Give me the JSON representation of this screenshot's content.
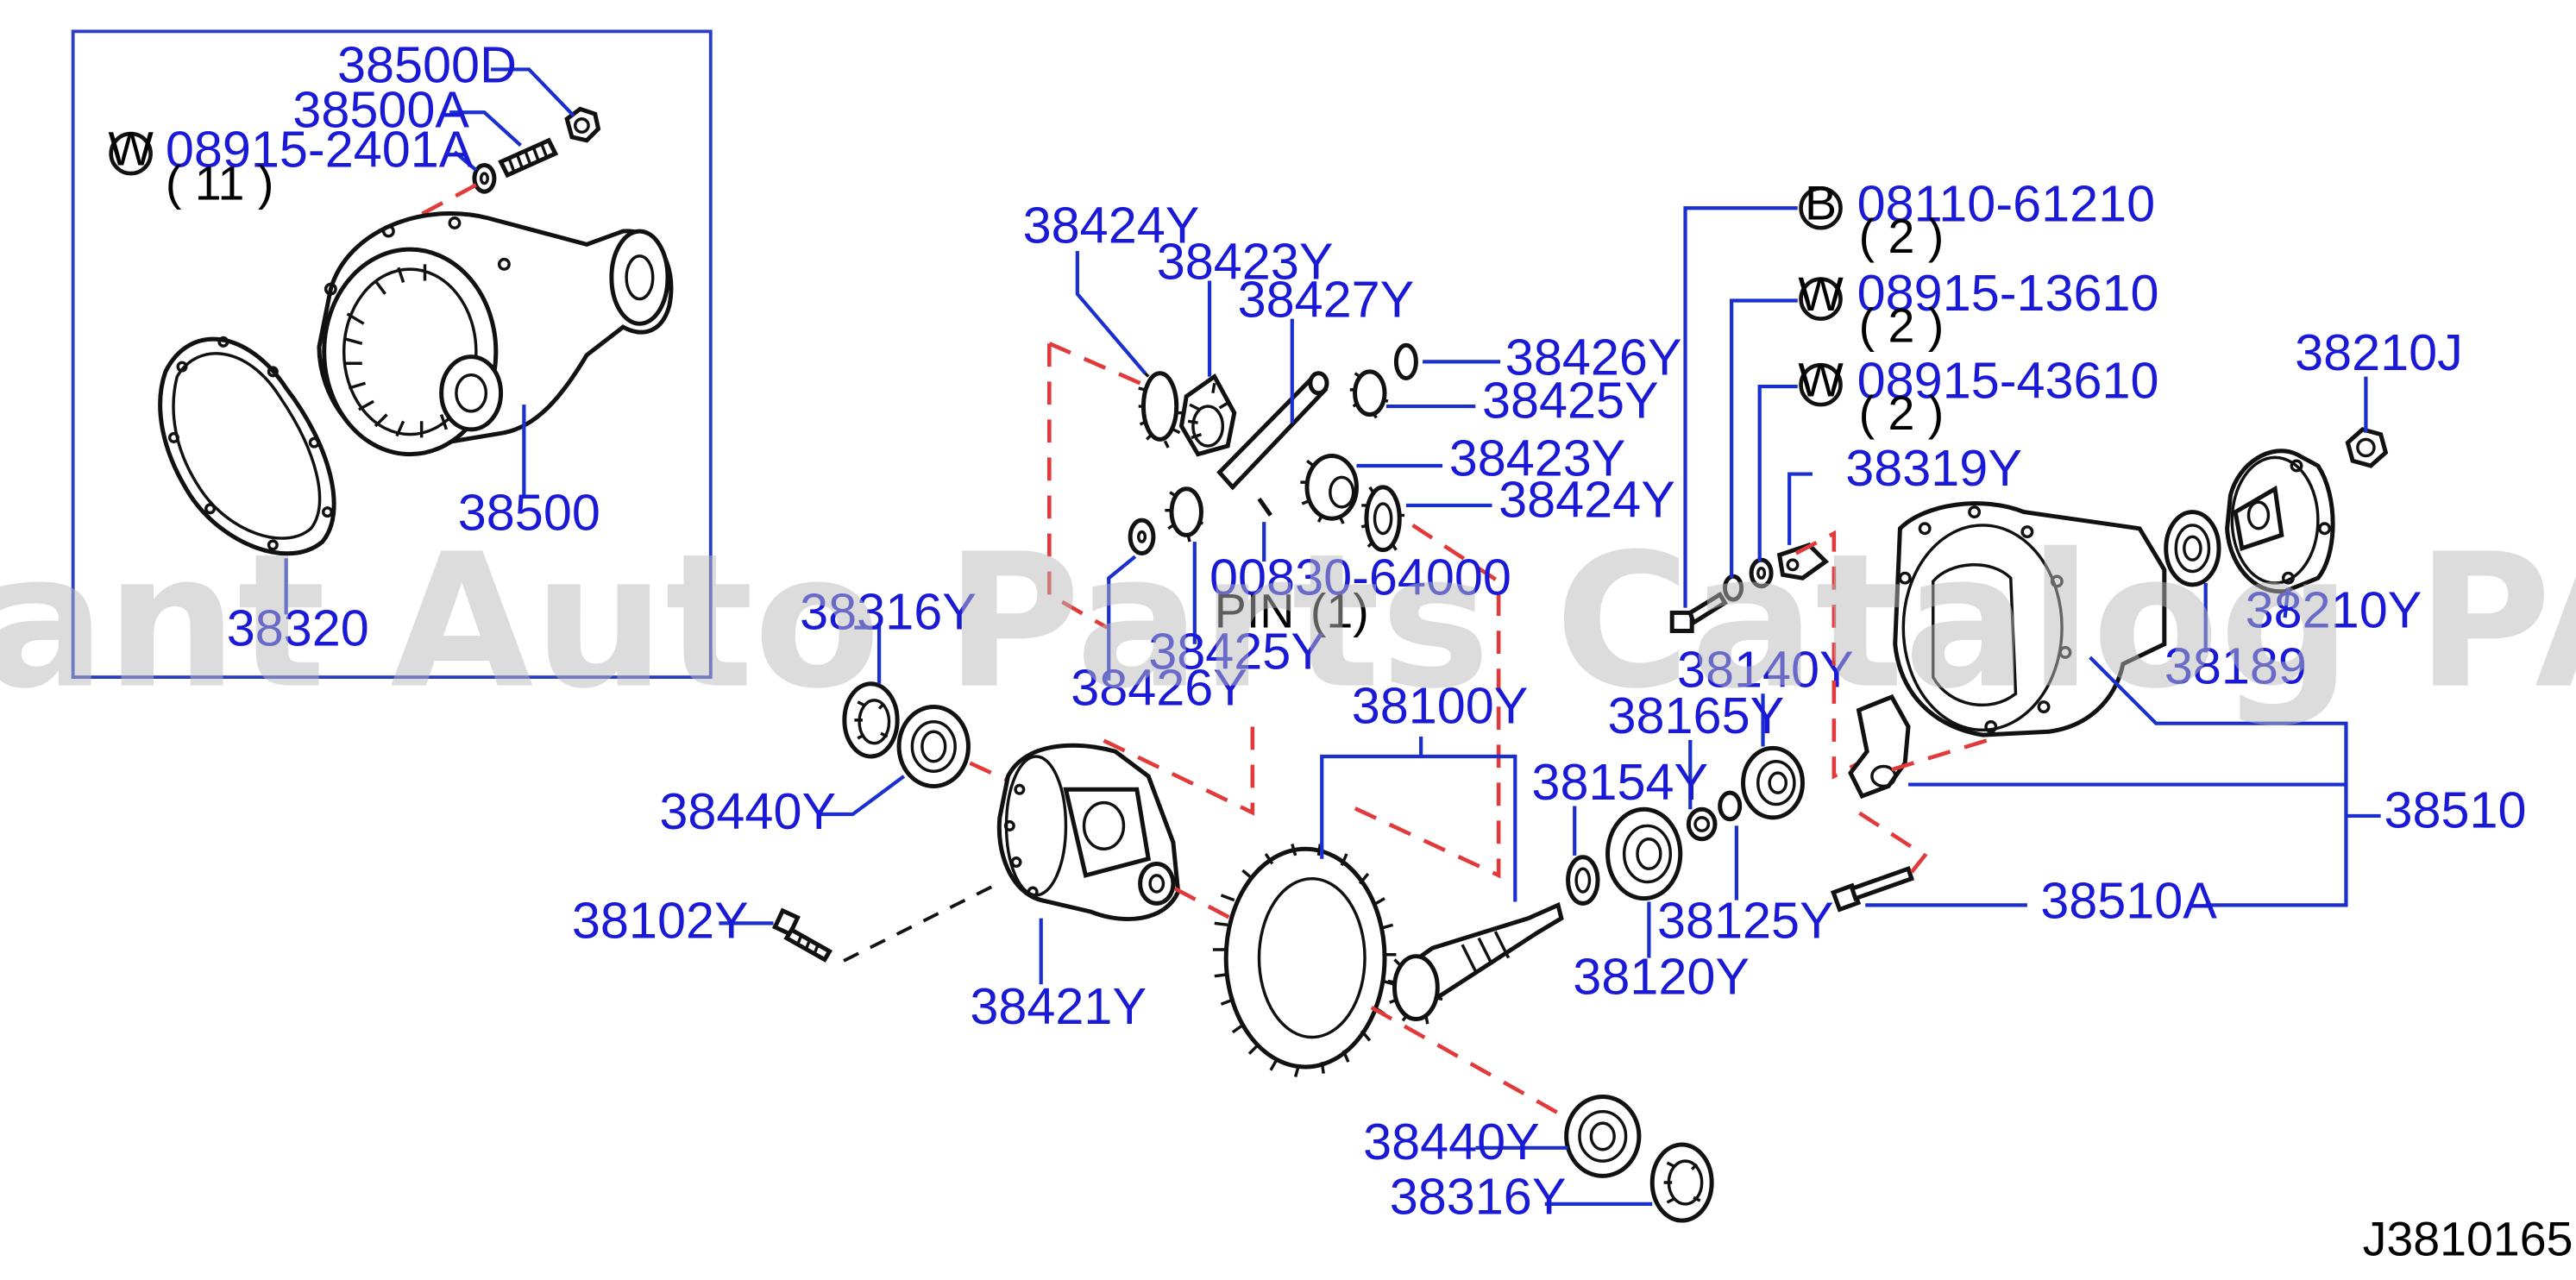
{
  "diagram": {
    "code": "J3810165",
    "watermark": "Offers Merchant Auto Parts Catalog PARTSTORE.SA",
    "colors": {
      "label": "#1a1ad6",
      "leader": "#1a2fd0",
      "guide": "#e23a3a",
      "drawing": "#111111"
    },
    "inset": {
      "labels": {
        "p38500D": "38500D",
        "p38500A": "38500A",
        "p08915_2401A": "08915-2401A",
        "q08915_2401A": "( 11 )",
        "p38500": "38500",
        "p38320": "38320"
      }
    },
    "prefix": {
      "W": "W",
      "B": "B"
    },
    "labels": {
      "p38424Y_a": "38424Y",
      "p38423Y_a": "38423Y",
      "p38427Y": "38427Y",
      "p38426Y_a": "38426Y",
      "p38425Y_a": "38425Y",
      "p38423Y_b": "38423Y",
      "p38424Y_b": "38424Y",
      "p00830_64000": "00830-64000",
      "pin_text": "PIN",
      "pin_qty": "(1)",
      "p38425Y_b": "38425Y",
      "p38426Y_b": "38426Y",
      "p38316Y_a": "38316Y",
      "p38440Y_a": "38440Y",
      "p38102Y": "38102Y",
      "p38421Y": "38421Y",
      "p38100Y": "38100Y",
      "p38154Y": "38154Y",
      "p38165Y": "38165Y",
      "p38140Y": "38140Y",
      "p38125Y": "38125Y",
      "p38120Y": "38120Y",
      "p38440Y_b": "38440Y",
      "p38316Y_b": "38316Y",
      "p08110_61210": "08110-61210",
      "q08110_61210": "( 2 )",
      "p08915_13610": "08915-13610",
      "q08915_13610": "( 2 )",
      "p08915_43610": "08915-43610",
      "q08915_43610": "( 2 )",
      "p38319Y": "38319Y",
      "p38210J": "38210J",
      "p38210Y": "38210Y",
      "p38189": "38189",
      "p38510": "38510",
      "p38510A": "38510A"
    }
  }
}
